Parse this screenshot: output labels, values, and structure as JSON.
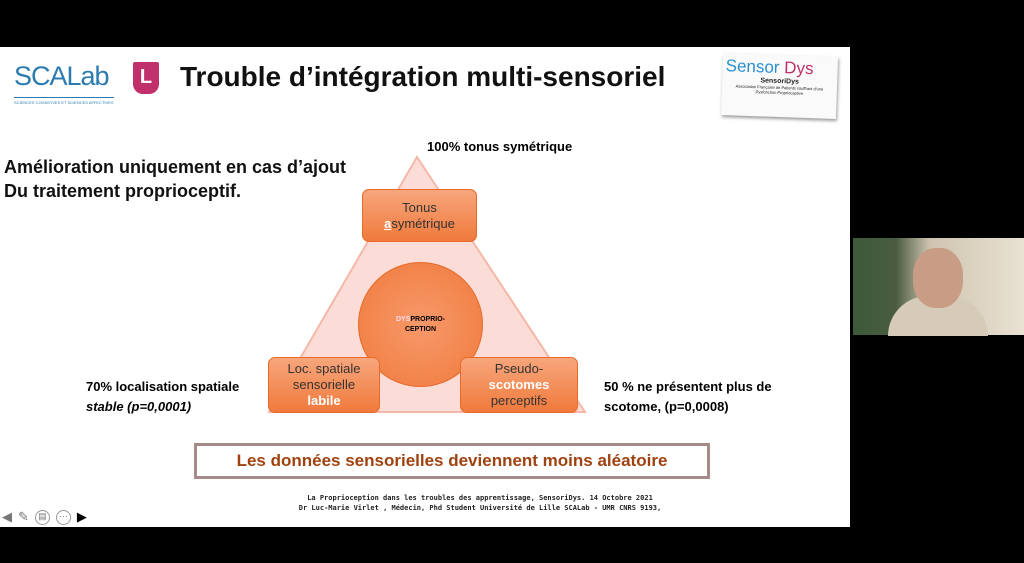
{
  "header": {
    "scalab": "SCALab",
    "scalab_sub": "SCIENCES COGNITIVES ET SCIENCES AFFECTIVES",
    "u_logo": "L",
    "title": "Trouble d’intégration multi-sensoriel",
    "sensordys": {
      "a": "Sensor",
      "b": "Dys",
      "c": "SensoriDys",
      "d": "Association Française de Patients souffrant d'une Dysfonction Proprioceptive"
    }
  },
  "intro": [
    "Amélioration uniquement en cas d’ajout",
    "Du traitement proprioceptif."
  ],
  "top_label": "100%  tonus symétrique",
  "boxes": {
    "top": {
      "l1": "Tonus",
      "hl": "a",
      "l2": "symétrique"
    },
    "left": {
      "l1": "Loc. spatiale",
      "l2": "sensorielle",
      "hl": "labile"
    },
    "right": {
      "l1": "Pseudo-",
      "hl": "scotomes",
      "l2": "perceptifs"
    }
  },
  "center": {
    "dys": "DYS",
    "a": "PROPRIO-",
    "b": "CEPTION"
  },
  "left_result": [
    "70% localisation spatiale",
    "stable (p=0,0001)"
  ],
  "right_result": [
    "50 % ne présentent plus de",
    "scotome, (p=0,0008)"
  ],
  "banner": "Les données sensorielles deviennent moins aléatoire",
  "footer": [
    "La Proprioception dans les troubles des apprentissage, SensoriDys. 14 Octobre 2021",
    "Dr Luc-Marie Virlet , Médecin, Phd Student Université de Lille SCALab - UMR CNRS 9193,"
  ],
  "tools": {
    "prev": "◀",
    "pen": "✎",
    "slides": "▤",
    "more": "⋯",
    "next": "▶"
  }
}
